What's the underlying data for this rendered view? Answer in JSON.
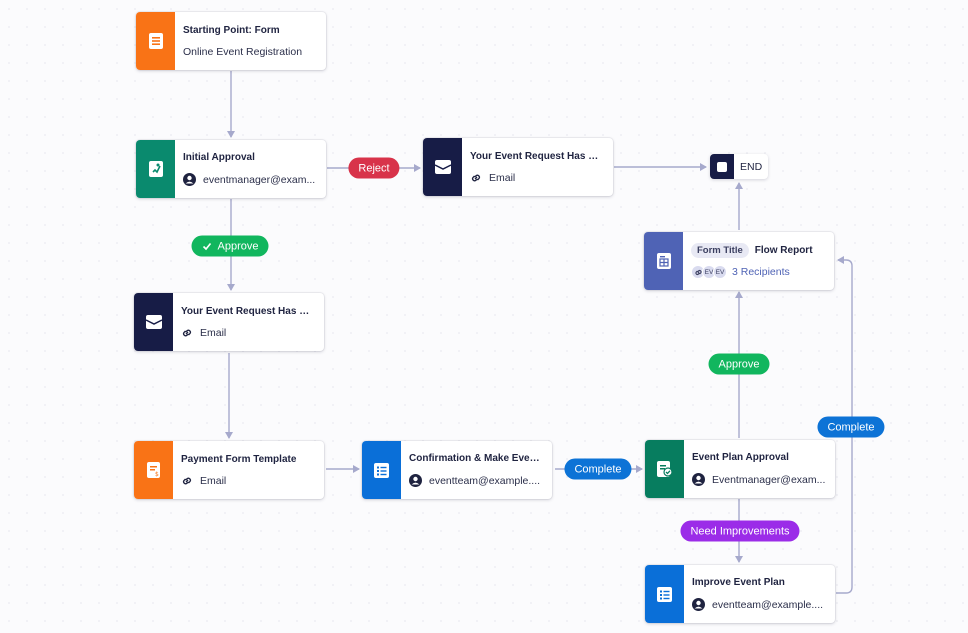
{
  "colors": {
    "orange": "#f97316",
    "teal": "#0a8a6e",
    "navy": "#171c46",
    "blue": "#0a6fd8",
    "green_teal": "#077d5f",
    "report": "#4f63b5",
    "reject": "#d8334a",
    "approve": "#11b65e",
    "complete": "#0d73d6",
    "improve": "#9b2ce8",
    "edge": "#a6a9cc"
  },
  "nodes": {
    "start": {
      "title": "Starting Point: Form",
      "sub": "Online Event Registration",
      "icon": "form-icon"
    },
    "initial_approval": {
      "title": "Initial Approval",
      "sub": "eventmanager@exam...",
      "icon": "approval-icon"
    },
    "reject_email": {
      "title": "Your Event Request Has Been...",
      "sub": "Email",
      "icon": "mail-icon"
    },
    "end": {
      "label": "END"
    },
    "approve_email": {
      "title": "Your Event Request Has Been...",
      "sub": "Email",
      "icon": "mail-icon"
    },
    "payment": {
      "title": "Payment Form Template",
      "sub": "Email",
      "icon": "payment-form-icon"
    },
    "confirmation": {
      "title": "Confirmation & Make Event ...",
      "sub": "eventteam@example....",
      "icon": "list-icon"
    },
    "plan_approval": {
      "title": "Event Plan Approval",
      "sub": "Eventmanager@exam...",
      "icon": "check-doc-icon"
    },
    "improve": {
      "title": "Improve Event Plan",
      "sub": "eventteam@example....",
      "icon": "list-icon"
    },
    "report": {
      "tag": "Form Title",
      "title": "Flow Report",
      "avatars": [
        "EV",
        "EV"
      ],
      "sub": "3 Recipients",
      "icon": "report-icon"
    }
  },
  "labels": {
    "reject": "Reject",
    "approve1": "Approve",
    "complete1": "Complete",
    "approve2": "Approve",
    "complete2": "Complete",
    "improve": "Need Improvements"
  }
}
